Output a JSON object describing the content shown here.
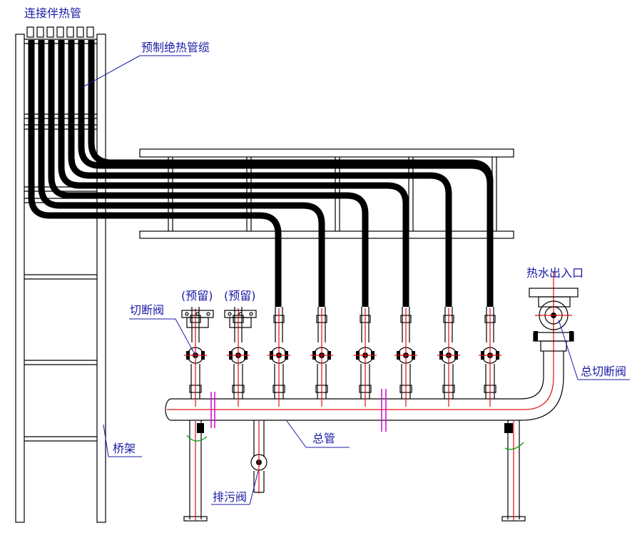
{
  "labels": {
    "connect_heating_pipe": "连接伴热管",
    "prefab_cable": "预制绝热管缆",
    "hot_water_inlet_outlet": "热水出入口",
    "cutoff_valve": "切断阀",
    "reserved_1": "(预留)",
    "reserved_2": "(预留)",
    "main_cutoff_valve": "总切断阀",
    "cable_tray": "桥架",
    "header_pipe": "总管",
    "drain_valve": "排污阀"
  },
  "colors": {
    "line": "#000000",
    "centerline": "#e01010",
    "annotation": "#1a1aa6",
    "break_mark": "#d414d4",
    "clamp": "#12a012"
  }
}
